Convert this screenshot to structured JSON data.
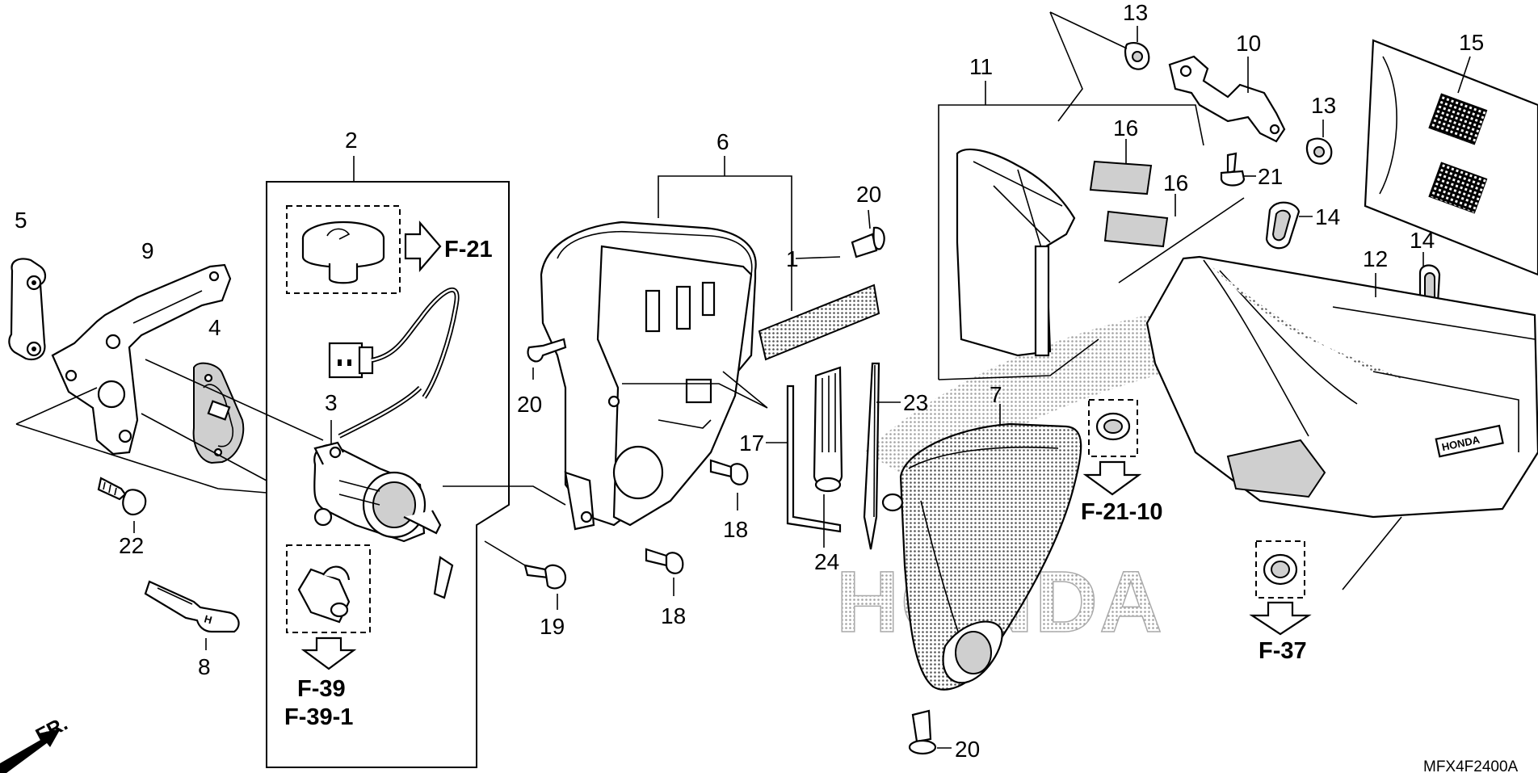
{
  "diagram_code": "MFX4F2400A",
  "direction_label": "FR.",
  "callouts": {
    "c1": "1",
    "c2": "2",
    "c3": "3",
    "c4": "4",
    "c5": "5",
    "c6": "6",
    "c7": "7",
    "c8": "8",
    "c9": "9",
    "c10": "10",
    "c11": "11",
    "c12": "12",
    "c13a": "13",
    "c13b": "13",
    "c14a": "14",
    "c14b": "14",
    "c15": "15",
    "c16a": "16",
    "c16b": "16",
    "c17": "17",
    "c18a": "18",
    "c18b": "18",
    "c19": "19",
    "c20a": "20",
    "c20b": "20",
    "c20c": "20",
    "c21": "21",
    "c22": "22",
    "c23": "23",
    "c24": "24"
  },
  "references": {
    "f21": "F-21",
    "f21_10": "F-21-10",
    "f37": "F-37",
    "f39": "F-39",
    "f39_1": "F-39-1"
  },
  "brand_marks": {
    "watermark": "HONDA",
    "emblem": "HONDA"
  },
  "colors": {
    "ink": "#000000",
    "paper": "#ffffff",
    "shade": "#cfcfcf"
  }
}
